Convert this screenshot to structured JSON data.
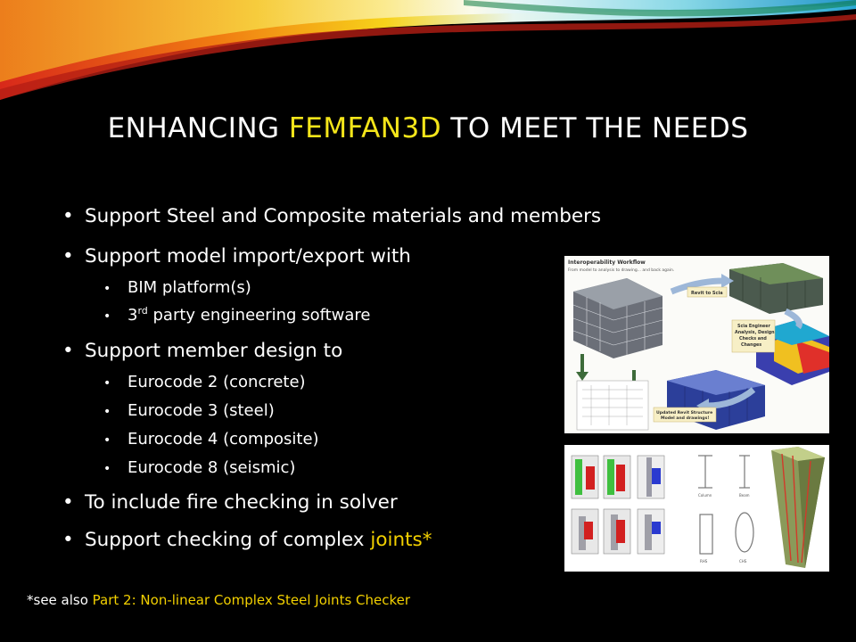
{
  "slide": {
    "title": {
      "part1": "ENHANCING ",
      "highlight": "FEMFAN3D",
      "part2": " TO MEET THE NEEDS"
    },
    "bullets": [
      {
        "level": 1,
        "text": "Support Steel and Composite materials and members"
      },
      {
        "level": 1,
        "text": "Support model import/export with"
      },
      {
        "level": 2,
        "text": "BIM platform(s)"
      },
      {
        "level": 2,
        "text_pre": "3",
        "text_sup": "rd",
        "text_post": " party engineering software"
      },
      {
        "level": 1,
        "text": "Support member design to"
      },
      {
        "level": 2,
        "text": "Eurocode 2 (concrete)"
      },
      {
        "level": 2,
        "text": "Eurocode 3 (steel)"
      },
      {
        "level": 2,
        "text": "Eurocode 4 (composite)"
      },
      {
        "level": 2,
        "text": "Eurocode 8 (seismic)"
      },
      {
        "level": 1,
        "text": "To include fire checking in solver"
      },
      {
        "level": 1,
        "text": "Support checking of complex ",
        "highlight": "joints*"
      }
    ],
    "bullet_char": "•",
    "footnote": {
      "prefix": "*see also ",
      "link": "Part 2: Non-linear Complex Steel Joints Checker"
    },
    "workflow_image": {
      "heading": "Interoperability Workflow",
      "subheading": "From model to analysis to drawing... and back again.",
      "label_revit_to_scia": "Revit to Scia",
      "label_scia": [
        "Scia Engineer",
        "Analysis, Design",
        "Checks and",
        "Changes"
      ],
      "label_updated": [
        "Updated Revit Structure",
        "Model and drawings!"
      ]
    },
    "joints_image": {
      "labels": [
        "Column",
        "Beam",
        "RHS",
        "CHS"
      ]
    },
    "colors": {
      "background": "#000000",
      "title": "#ffffff",
      "highlight": "#f4e51a"
    }
  }
}
